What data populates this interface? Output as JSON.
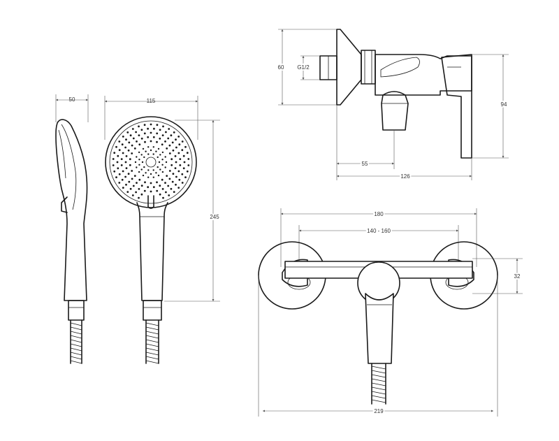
{
  "diagram": {
    "views": [
      {
        "name": "handshower-side-view",
        "dimensions": {
          "width": "50"
        }
      },
      {
        "name": "handshower-front-view",
        "dimensions": {
          "width": "115",
          "height": "245"
        }
      },
      {
        "name": "mixer-side-view",
        "dimensions": {
          "height": "60",
          "thread": "G1/2",
          "depth": "55",
          "length": "126",
          "lever_height": "94"
        }
      },
      {
        "name": "mixer-top-view",
        "dimensions": {
          "centers": "180",
          "center_range": "140 - 160",
          "overall": "219",
          "flange": "32"
        }
      }
    ],
    "line_color": "#1a1a1a",
    "background": "#ffffff"
  }
}
